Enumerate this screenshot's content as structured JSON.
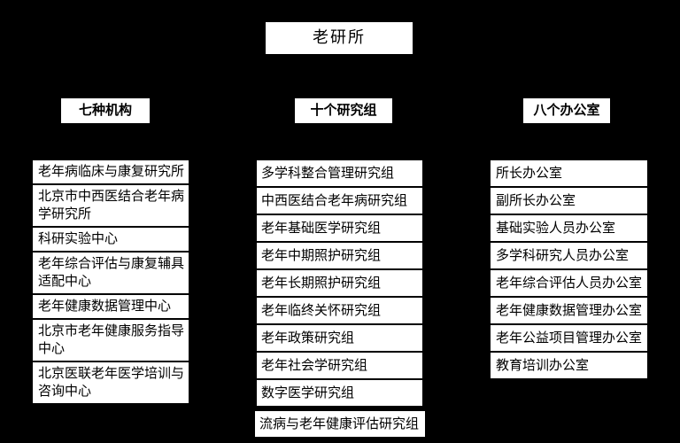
{
  "title": "老研所",
  "columns": [
    {
      "header": "七种机构",
      "items": [
        "老年病临床与康复研究所",
        "北京市中西医结合老年病学研究所",
        "科研实验中心",
        "老年综合评估与康复辅具适配中心",
        "老年健康数据管理中心",
        "北京市老年健康服务指导中心",
        "北京医联老年医学培训与咨询中心"
      ]
    },
    {
      "header": "十个研究组",
      "items": [
        "多学科整合管理研究组",
        "中西医结合老年病研究组",
        "老年基础医学研究组",
        "老年中期照护研究组",
        "老年长期照护研究组",
        "老年临终关怀研究组",
        "老年政策研究组",
        "老年社会学研究组",
        "数字医学研究组",
        "流病与老年健康评估研究组"
      ]
    },
    {
      "header": "八个办公室",
      "items": [
        "所长办公室",
        "副所长办公室",
        "基础实验人员办公室",
        "多学科研究人员办公室",
        "老年综合评估人员办公室",
        "老年健康数据管理办公室",
        "老年公益项目管理办公室",
        "教育培训办公室"
      ]
    }
  ],
  "colors": {
    "background": "#000000",
    "box_background": "#ffffff",
    "box_border": "#000000",
    "text": "#000000"
  }
}
